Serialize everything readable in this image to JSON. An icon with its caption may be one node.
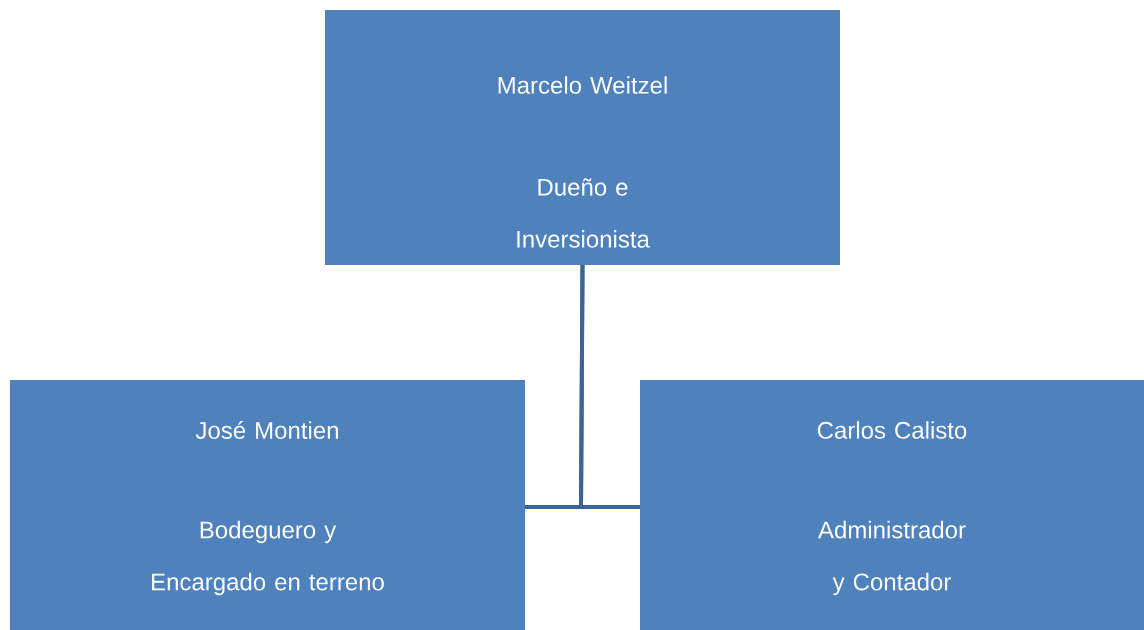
{
  "diagram": {
    "nodes": [
      {
        "text": [
          "Marcelo Weitzel",
          "Dueño e Inversionista"
        ]
      },
      {
        "text": [
          "José Montien",
          "Bodeguero y Encargado en terreno"
        ]
      },
      {
        "text": [
          "Carlos Calisto",
          "Administrador y Contador"
        ]
      }
    ],
    "edges": [
      {
        "from": 0,
        "to": 1,
        "arrow": "none"
      },
      {
        "from": 0,
        "to": 2,
        "arrow": "none"
      }
    ]
  }
}
